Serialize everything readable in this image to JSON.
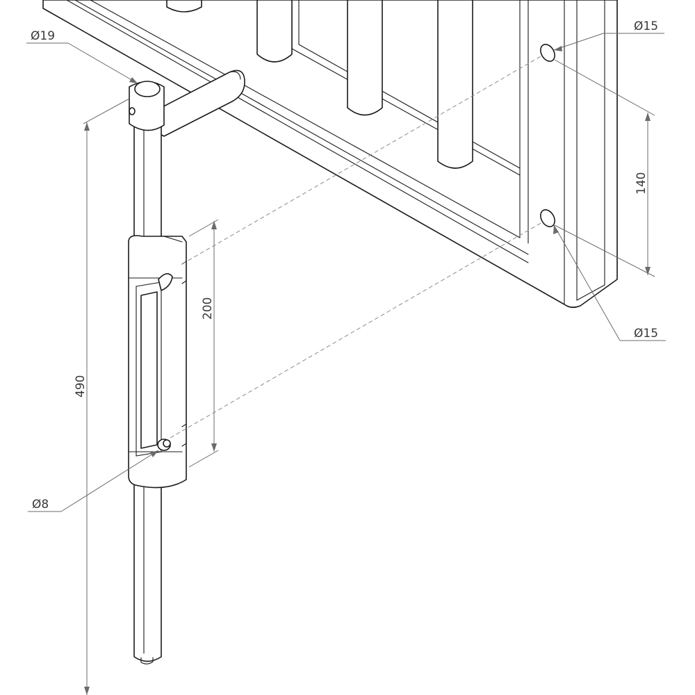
{
  "drawing": {
    "dimensions": {
      "pin_diameter": "Ø19",
      "hole_top_diameter": "Ø15",
      "hole_bottom_diameter": "Ø15",
      "hole_spacing": "140",
      "bracket_length": "200",
      "rod_length": "490",
      "cross_pin_diameter": "Ø8"
    }
  }
}
